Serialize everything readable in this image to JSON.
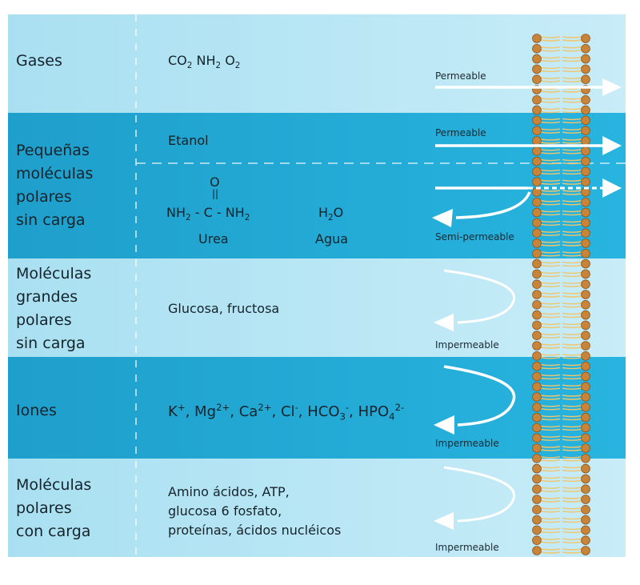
{
  "rows": [
    {
      "label_lines": [
        "Gases"
      ],
      "molecules": [
        {
          "base": "CO",
          "sub": "2"
        },
        {
          "base": " NH",
          "sub": "2"
        },
        {
          "base": " O",
          "sub": "2"
        }
      ],
      "arrow_label": "Permeable"
    },
    {
      "label_lines": [
        "Pequeñas",
        "moléculas",
        "polares",
        "sin carga"
      ],
      "upper": {
        "molecule": "Etanol",
        "arrow_label": "Permeable"
      },
      "lower": {
        "urea_o": "O",
        "urea_formula": {
          "a": "NH",
          "a_sub": "2",
          "mid": " - C - NH",
          "b_sub": "2"
        },
        "urea_name": "Urea",
        "water_formula": {
          "a": "H",
          "a_sub": "2",
          "b": "O"
        },
        "water_name": "Agua",
        "arrow_label": "Semi-permeable"
      }
    },
    {
      "label_lines": [
        "Moléculas",
        "grandes",
        "polares",
        "sin carga"
      ],
      "molecules_text": "Glucosa, fructosa",
      "arrow_label": "Impermeable"
    },
    {
      "label_lines": [
        "Iones"
      ],
      "ions": [
        {
          "base": "K",
          "sup": "+"
        },
        {
          "base": ", Mg",
          "sup": "2+"
        },
        {
          "base": ", Ca",
          "sup": "2+"
        },
        {
          "base": ", Cl",
          "sup": "-"
        },
        {
          "base": ", HCO",
          "sub": "3",
          "sup": "-"
        },
        {
          "base": ", HPO",
          "sub": "4",
          "sup": "2-"
        }
      ],
      "arrow_label": "Impermeable"
    },
    {
      "label_lines": [
        "Moléculas",
        "polares",
        "con carga"
      ],
      "molecules_lines": [
        "Amino ácidos, ATP,",
        "glucosa 6 fosfato,",
        "proteínas, ácidos nucléicos"
      ],
      "arrow_label": "Impermeable"
    }
  ],
  "colors": {
    "light_band": "#9fdcef",
    "dark_band": "#23a9d2",
    "membrane_head": "#c8853a",
    "membrane_tail": "#f1c56a",
    "arrow": "#ffffff"
  }
}
